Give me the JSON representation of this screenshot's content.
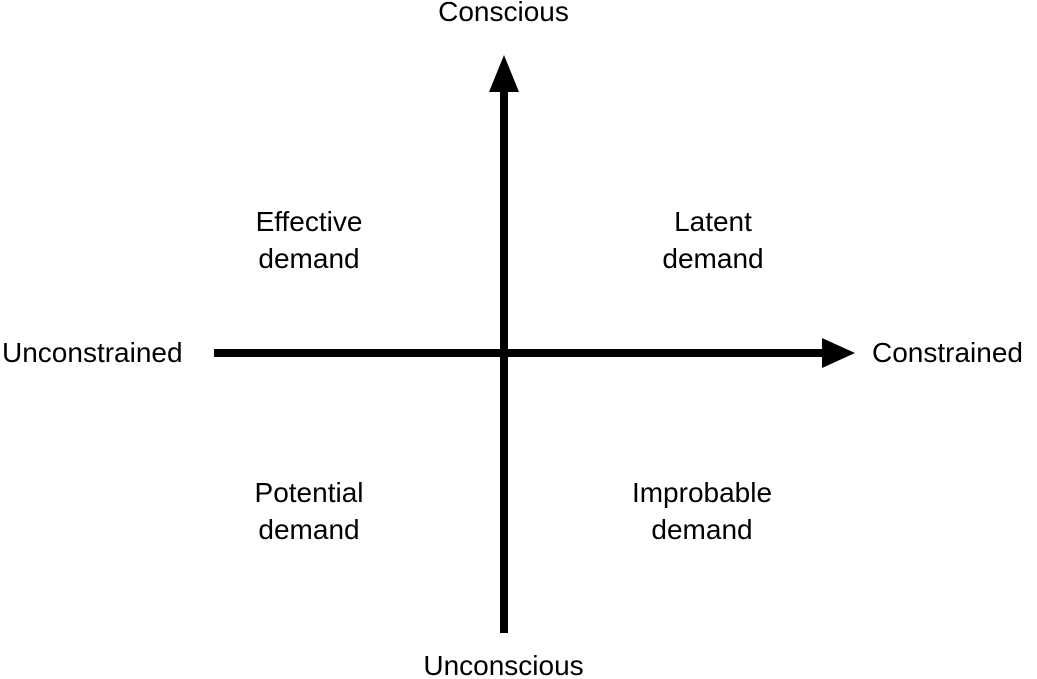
{
  "diagram": {
    "type": "2x2-quadrant-matrix",
    "background_color": "#ffffff",
    "line_color": "#000000",
    "axes": {
      "vertical": {
        "top_label": "Conscious",
        "bottom_label": "Unconscious",
        "arrow_direction": "up"
      },
      "horizontal": {
        "left_label": "Unconstrained",
        "right_label": "Constrained",
        "arrow_direction": "right"
      }
    },
    "quadrants": [
      {
        "position": "top-left",
        "line1": "Effective",
        "line2": "demand"
      },
      {
        "position": "top-right",
        "line1": "Latent",
        "line2": "demand"
      },
      {
        "position": "bottom-left",
        "line1": "Potential",
        "line2": "demand"
      },
      {
        "position": "bottom-right",
        "line1": "Improbable",
        "line2": "demand"
      }
    ]
  }
}
